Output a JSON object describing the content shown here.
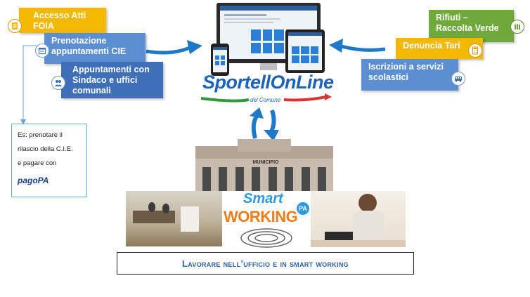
{
  "left_cards": [
    {
      "label": "Accesso Atti FOIA",
      "color": "#f5b800",
      "icon": "document-icon"
    },
    {
      "label": "Prenotazione appuntamenti CIE",
      "color": "#5b8fd1",
      "icon": "calendar-icon"
    },
    {
      "label": "Appuntamenti con Sindaco e uffici comunali",
      "color": "#3e6fb8",
      "icon": "people-icon"
    }
  ],
  "right_cards": [
    {
      "label": "Rifiuti – Raccolta Verde",
      "color": "#6fa83b",
      "icon": "bins-icon"
    },
    {
      "label": "Denuncia Tari",
      "color": "#f5b800",
      "icon": "calculator-icon"
    },
    {
      "label": "Iscrizioni a servizi scolastici",
      "color": "#5b8fd1",
      "icon": "bus-icon"
    }
  ],
  "note": {
    "line1": "Es: prenotare il",
    "line2": "rilascio della C.I.E.",
    "line3": "e pagare con",
    "pagopa": "pagoPA"
  },
  "logo": {
    "part1": "Sportell",
    "part2": "On",
    "part3": "Line",
    "subtitle": "del Comune"
  },
  "building_sign": "MUNICIPIO",
  "smart_working": {
    "smart": "Smart",
    "working": "WORKING",
    "badge": "PA"
  },
  "caption": "Lavorare nell’ufficio e in smart working",
  "colors": {
    "arrow_blue": "#1f78c8",
    "caption_text": "#2f5fa5",
    "smart_blue": "#2d9be0",
    "working_orange": "#ef7d1a"
  }
}
